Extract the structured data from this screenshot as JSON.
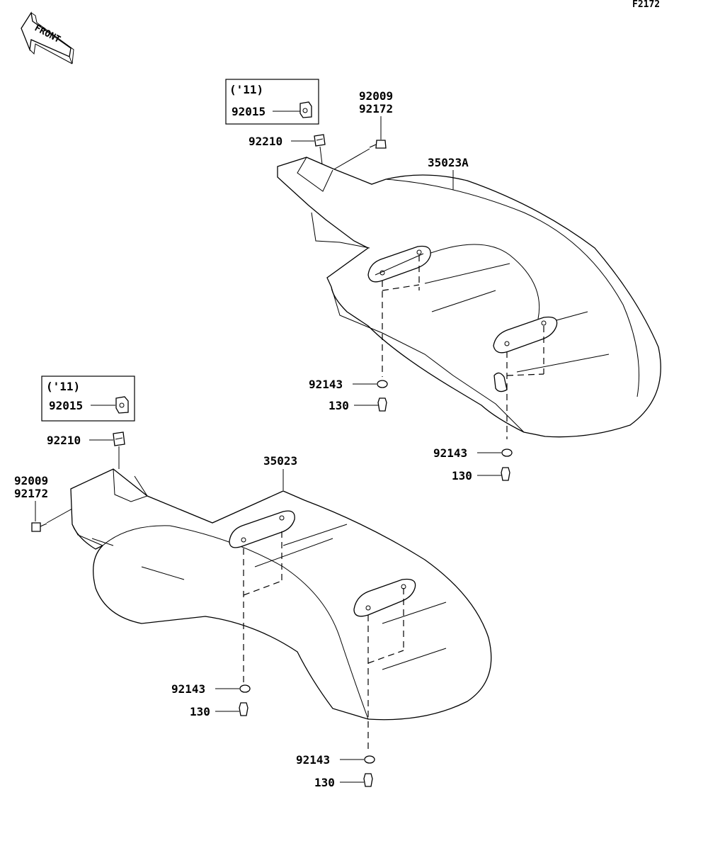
{
  "figure_id": "F2172",
  "front_label": "FRONT",
  "callouts": {
    "top": {
      "box_year": "('11)",
      "box_part": "92015",
      "clip": "92210",
      "screw_a": "92009",
      "screw_b": "92172",
      "fender": "35023A",
      "washer_1": "92143",
      "bolt_1": "130",
      "washer_2": "92143",
      "bolt_2": "130"
    },
    "bottom": {
      "box_year": "('11)",
      "box_part": "92015",
      "clip": "92210",
      "screw_a": "92009",
      "screw_b": "92172",
      "fender": "35023",
      "washer_1": "92143",
      "bolt_1": "130",
      "washer_2": "92143",
      "bolt_2": "130"
    }
  }
}
